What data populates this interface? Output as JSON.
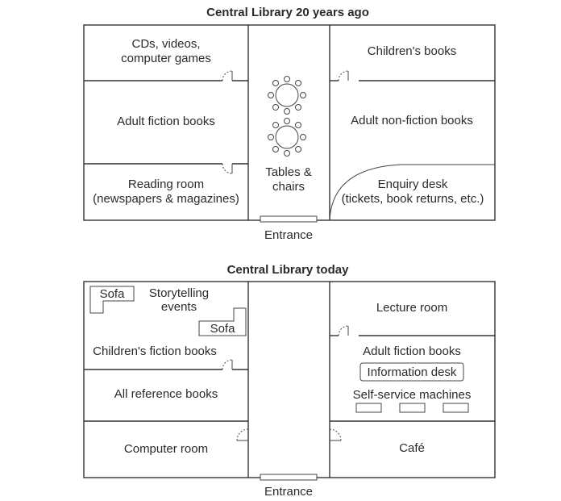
{
  "plan_then": {
    "title": "Central Library 20 years ago",
    "rooms": {
      "media": [
        "CDs, videos,",
        "computer games"
      ],
      "childrens": "Children's books",
      "adult_fiction": "Adult fiction books",
      "adult_nonfiction": "Adult non-fiction books",
      "reading": [
        "Reading room",
        "(newspapers & magazines)"
      ],
      "tables": [
        "Tables &",
        "chairs"
      ],
      "enquiry": [
        "Enquiry desk",
        "(tickets, book returns, etc.)"
      ]
    },
    "entrance": "Entrance"
  },
  "plan_now": {
    "title": "Central Library today",
    "rooms": {
      "sofa_1": "Sofa",
      "storytelling": [
        "Storytelling",
        "events"
      ],
      "sofa_2": "Sofa",
      "childrens_fiction": "Children's fiction books",
      "lecture": "Lecture room",
      "adult_fiction": "Adult fiction books",
      "information_desk": "Information desk",
      "self_service": "Self-service machines",
      "reference": "All reference books",
      "computer": "Computer room",
      "cafe": "Café"
    },
    "entrance": "Entrance"
  }
}
